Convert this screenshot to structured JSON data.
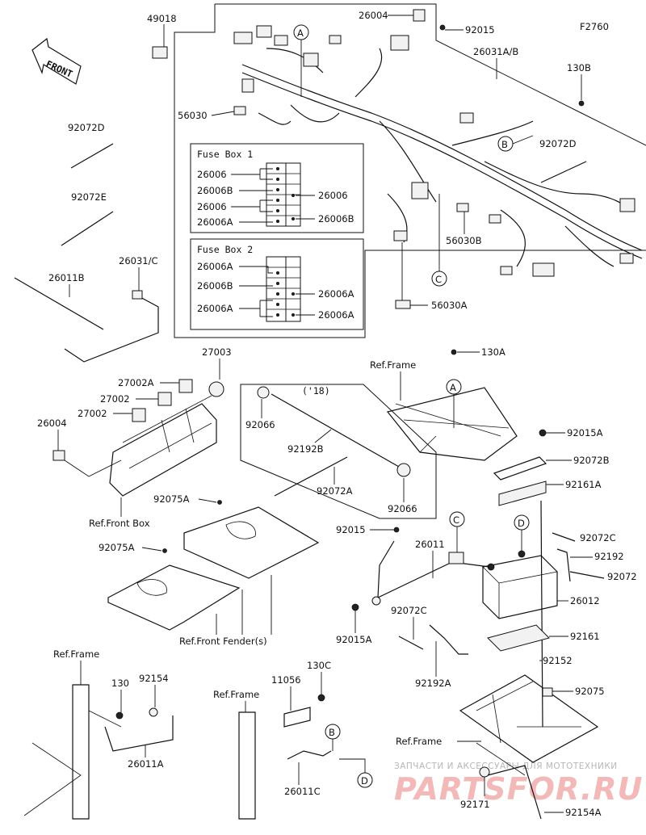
{
  "figure_code": "F2760",
  "front_label": "FRONT",
  "fuse_box_1": {
    "title": "Fuse Box 1",
    "left_labels": [
      "26006",
      "26006B",
      "26006",
      "26006A"
    ],
    "right_labels": [
      "26006",
      "26006B"
    ]
  },
  "fuse_box_2": {
    "title": "Fuse Box 2",
    "left_labels": [
      "26006A",
      "26006B",
      "26006A"
    ],
    "right_labels": [
      "26006A",
      "26006A"
    ]
  },
  "model_year_note": "('18)",
  "ref_circles": [
    "A",
    "B",
    "C",
    "D"
  ],
  "part_labels": {
    "p49018": "49018",
    "p26004_top": "26004",
    "p92015_top": "92015",
    "p26031ab": "26031A/B",
    "p130b": "130B",
    "p56030": "56030",
    "p92072d_right": "92072D",
    "p92072d_left": "92072D",
    "p92072e": "92072E",
    "p26031c": "26031/C",
    "p26011b": "26011B",
    "p56030b": "56030B",
    "p56030a": "56030A",
    "p27003": "27003",
    "p27002a": "27002A",
    "p27002_1": "27002",
    "p27002_2": "27002",
    "p26004_mid": "26004",
    "p92066_1": "92066",
    "p92192b": "92192B",
    "p92072a": "92072A",
    "p92066_2": "92066",
    "p130a": "130A",
    "p92015a_1": "92015A",
    "p92072b": "92072B",
    "p92161a": "92161A",
    "p92075a_1": "92075A",
    "p92075a_2": "92075A",
    "p92015_mid": "92015",
    "p26011": "26011",
    "p92072c_1": "92072C",
    "p92192": "92192",
    "p92072": "92072",
    "p26012": "26012",
    "p92015a_2": "92015A",
    "p92072c_2": "92072C",
    "p92161": "92161",
    "p92192a": "92192A",
    "p92152": "92152",
    "p92075": "92075",
    "p130": "130",
    "p92154": "92154",
    "p26011a": "26011A",
    "p11056": "11056",
    "p130c": "130C",
    "p26011c": "26011C",
    "p92171": "92171",
    "p92154a": "92154A"
  },
  "ref_labels": {
    "ref_frame_1": "Ref.Frame",
    "ref_frame_2": "Ref.Frame",
    "ref_frame_3": "Ref.Frame",
    "ref_frame_4": "Ref.Frame",
    "ref_front_box": "Ref.Front Box",
    "ref_front_fender": "Ref.Front Fender(s)"
  },
  "watermark": {
    "top_line": "ЗАПЧАСТИ И АКСЕССУАРЫ ДЛЯ МОТОТЕХНИКИ",
    "brand": "PARTSFOR.RU"
  }
}
